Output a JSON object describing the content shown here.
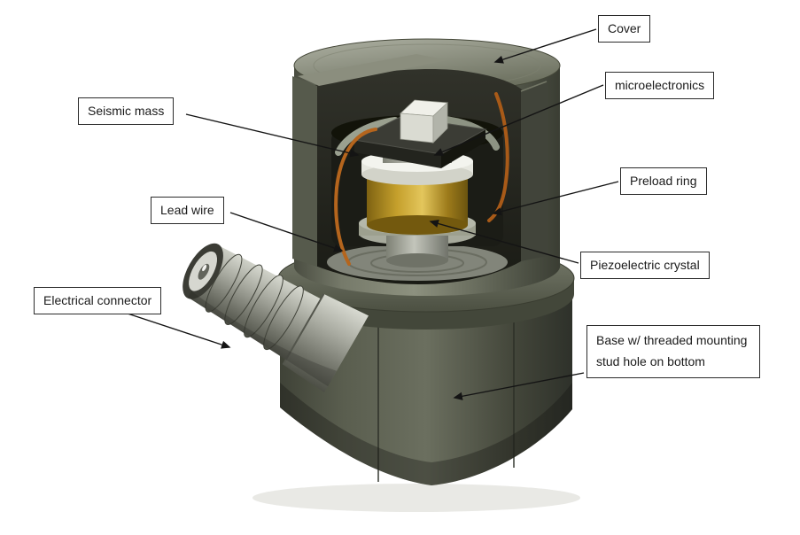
{
  "labels": {
    "cover": "Cover",
    "microelectronics": "microelectronics",
    "seismic_mass": "Seismic mass",
    "preload_ring": "Preload ring",
    "lead_wire": "Lead wire",
    "piezoelectric_crystal": "Piezoelectric crystal",
    "electrical_connector": "Electrical connector",
    "base": "Base w/ threaded mounting stud hole on bottom"
  },
  "colors": {
    "background": "#ffffff",
    "housing": "#6b6f60",
    "crystal_gold": "#c9a42e",
    "wire_copper": "#b5651d",
    "label_border": "#2b2b2b",
    "arrow": "#141414"
  }
}
